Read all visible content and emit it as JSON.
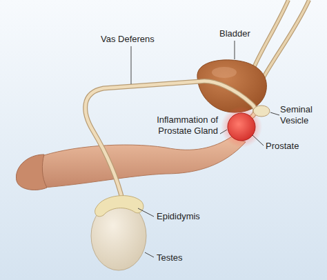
{
  "diagram": {
    "labels": [
      "Vas Deferens",
      "Bladder",
      "Inflammation of Prostate Gland",
      "Seminal Vesicle",
      "Prostate",
      "Epididymis",
      "Testes"
    ]
  }
}
